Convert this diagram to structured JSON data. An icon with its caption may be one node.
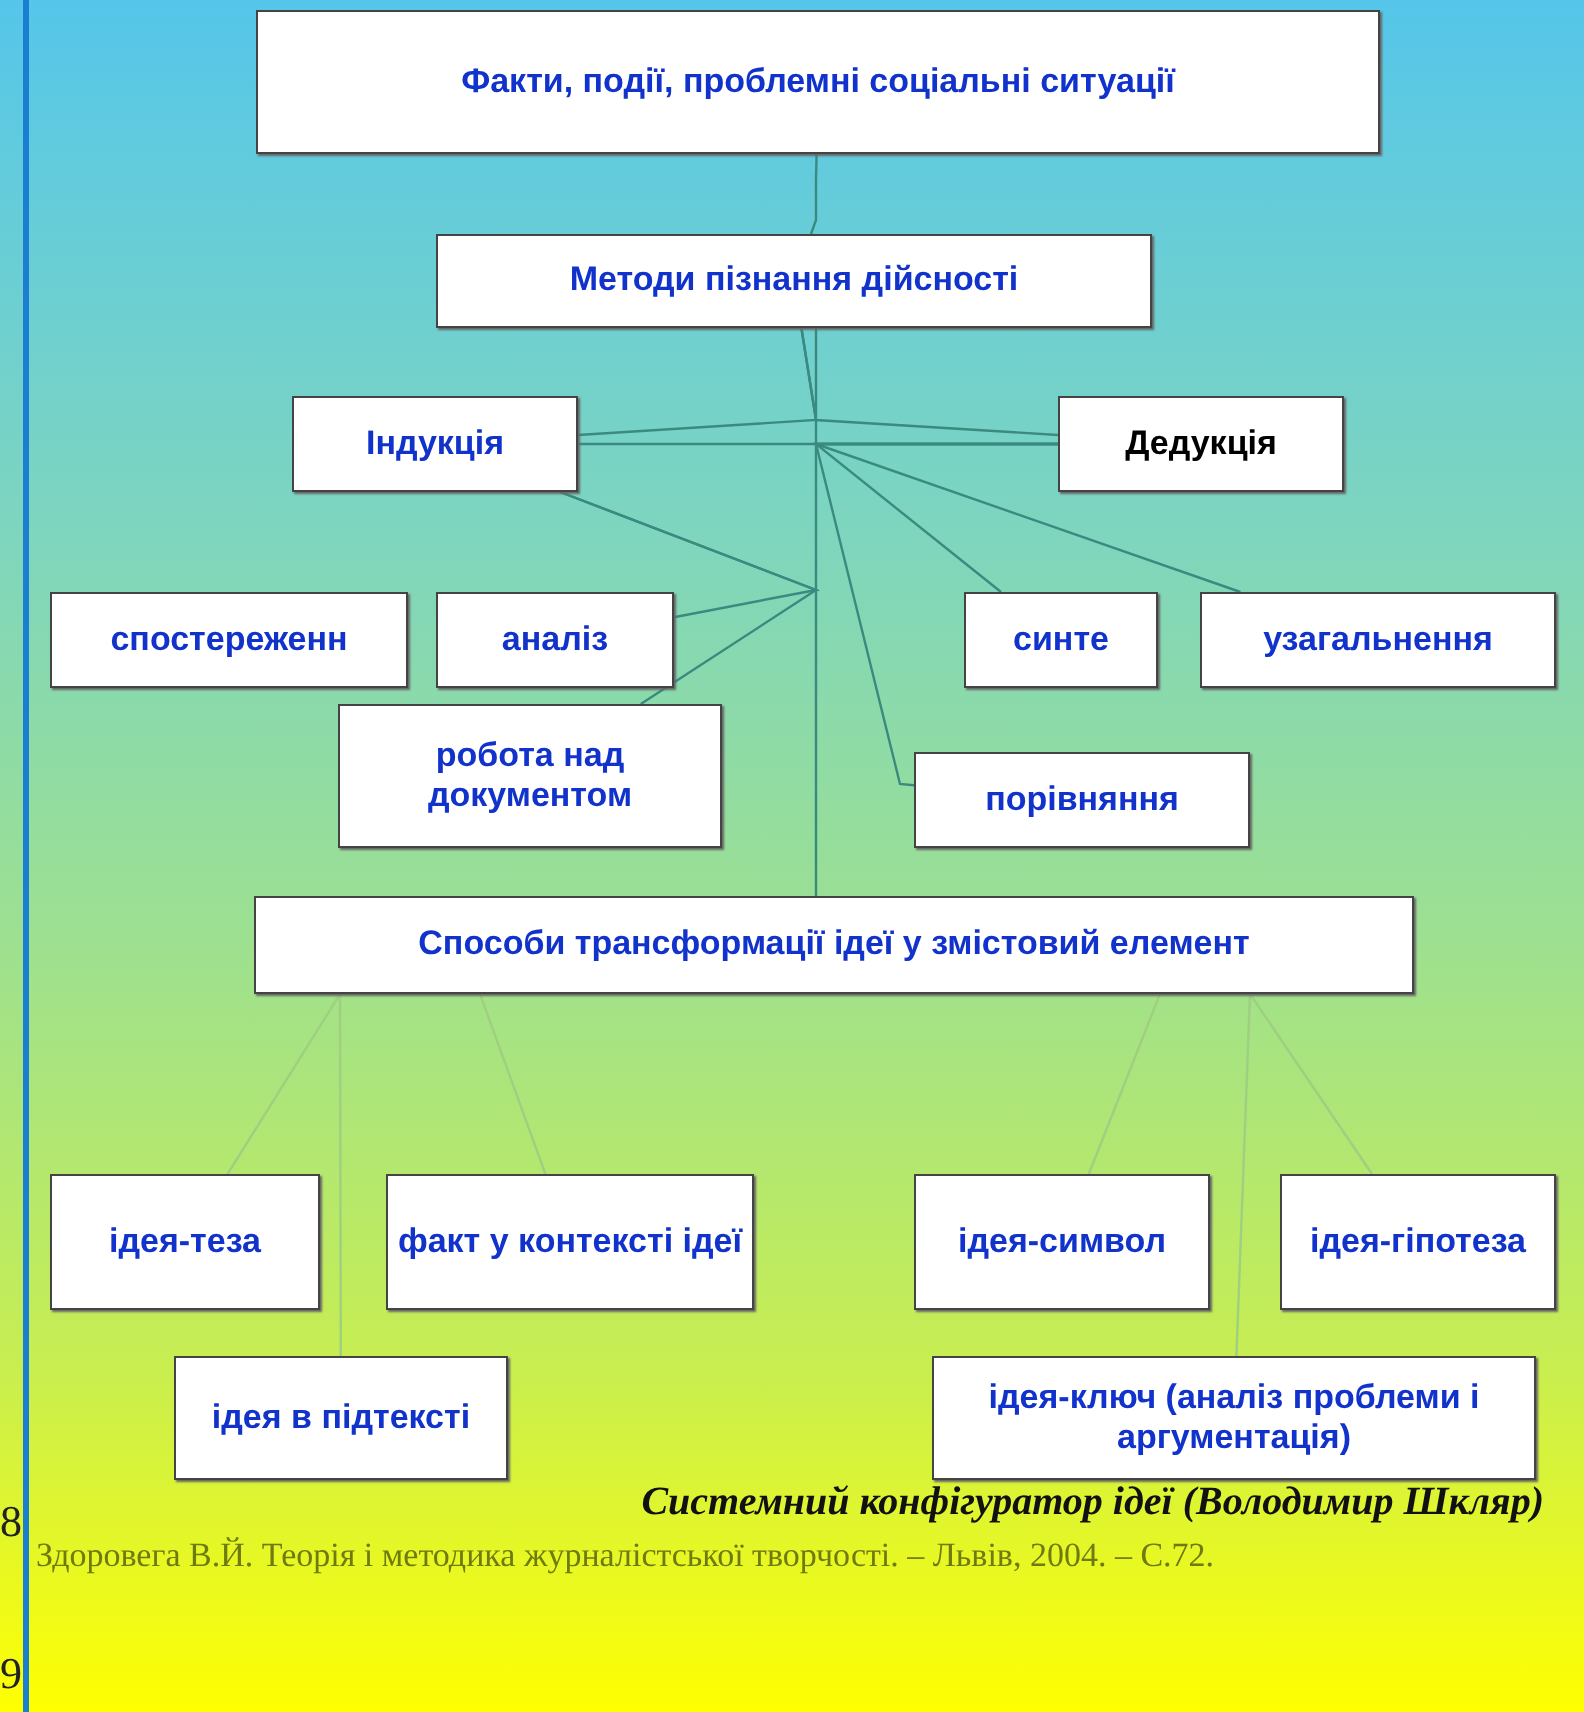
{
  "diagram": {
    "caption": "Системний конфігуратор ідеї (Володимир Шкляр)",
    "nodes": [
      {
        "text": [
          "Факти, події, проблемні соціальні ситуації"
        ]
      },
      {
        "text": [
          "Методи пізнання дійсності"
        ]
      },
      {
        "text": [
          "Індукція"
        ]
      },
      {
        "text": [
          "Дедукція"
        ]
      },
      {
        "text": [
          "спостереженн"
        ]
      },
      {
        "text": [
          "аналіз"
        ]
      },
      {
        "text": [
          "синте"
        ]
      },
      {
        "text": [
          "узагальнення"
        ]
      },
      {
        "text": [
          "робота над документом"
        ]
      },
      {
        "text": [
          "порівняння"
        ]
      },
      {
        "text": [
          "Способи трансформації ідеї у змістовий елемент"
        ]
      },
      {
        "text": [
          "ідея-теза"
        ]
      },
      {
        "text": [
          "факт у контексті ідеї"
        ]
      },
      {
        "text": [
          "ідея-символ"
        ]
      },
      {
        "text": [
          "ідея-гіпотеза"
        ]
      },
      {
        "text": [
          "ідея в підтексті"
        ]
      },
      {
        "text": [
          "ідея-ключ (аналіз проблеми і аргументація)"
        ]
      }
    ],
    "edges": [
      {
        "from": 0,
        "to": 1,
        "arrow": "none"
      },
      {
        "from": 1,
        "to": 2,
        "arrow": "none"
      },
      {
        "from": 1,
        "to": 3,
        "arrow": "none"
      },
      {
        "from": 2,
        "to": 3,
        "arrow": "none"
      },
      {
        "from": 2,
        "to": 5,
        "arrow": "none"
      },
      {
        "from": 2,
        "to": 8,
        "arrow": "none"
      },
      {
        "from": 3,
        "to": 6,
        "arrow": "none"
      },
      {
        "from": 3,
        "to": 7,
        "arrow": "none"
      },
      {
        "from": 3,
        "to": 9,
        "arrow": "none"
      },
      {
        "from": 1,
        "to": 10,
        "arrow": "none"
      },
      {
        "from": 10,
        "to": 11,
        "arrow": "none",
        "color": "#9fcf80"
      },
      {
        "from": 10,
        "to": 15,
        "arrow": "none",
        "color": "#9fcf80"
      },
      {
        "from": 10,
        "to": 12,
        "arrow": "none",
        "color": "#9fcf80"
      },
      {
        "from": 10,
        "to": 13,
        "arrow": "none",
        "color": "#9fcf80"
      },
      {
        "from": 10,
        "to": 14,
        "arrow": "none",
        "color": "#9fcf80"
      },
      {
        "from": 10,
        "to": 16,
        "arrow": "none",
        "color": "#9fcf80"
      }
    ],
    "labels": [
      "8",
      "Здоровега В.Й. Теорія і методика журналістської творчості. – Львів, 2004. – С.72.",
      "9"
    ]
  }
}
